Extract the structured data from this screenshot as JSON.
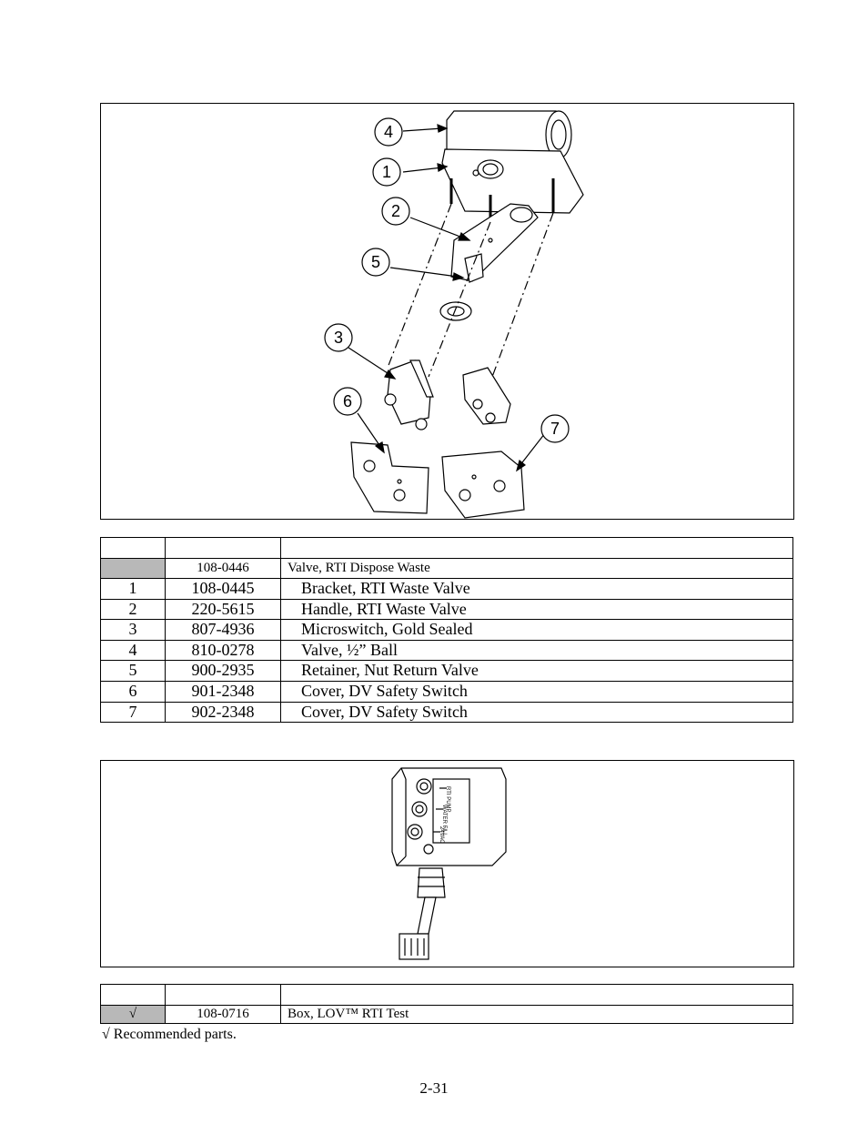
{
  "figure1": {
    "callouts": [
      "4",
      "1",
      "2",
      "5",
      "3",
      "6",
      "7"
    ]
  },
  "table1": {
    "assembly": {
      "item": "",
      "part": "108-0446",
      "description": "Valve, RTI Dispose Waste"
    },
    "rows": [
      {
        "item": "1",
        "part": "108-0445",
        "description": "Bracket, RTI Waste Valve"
      },
      {
        "item": "2",
        "part": "220-5615",
        "description": "Handle, RTI Waste Valve"
      },
      {
        "item": "3",
        "part": "807-4936",
        "description": "Microswitch, Gold Sealed"
      },
      {
        "item": "4",
        "part": "810-0278",
        "description": "Valve, ½” Ball"
      },
      {
        "item": "5",
        "part": "900-2935",
        "description": "Retainer, Nut Return Valve"
      },
      {
        "item": "6",
        "part": "901-2348",
        "description": "Cover, DV Safety Switch"
      },
      {
        "item": "7",
        "part": "902-2348",
        "description": "Cover, DV Safety Switch"
      }
    ]
  },
  "figure2": {
    "box_labels": [
      "RTI PUMP",
      "WATER FILL",
      "24VAC"
    ]
  },
  "table2": {
    "assembly": {
      "item": "√",
      "part": "108-0716",
      "description": "Box, LOV™ RTI Test"
    }
  },
  "note": "√ Recommended parts.",
  "page_number": "2-31"
}
